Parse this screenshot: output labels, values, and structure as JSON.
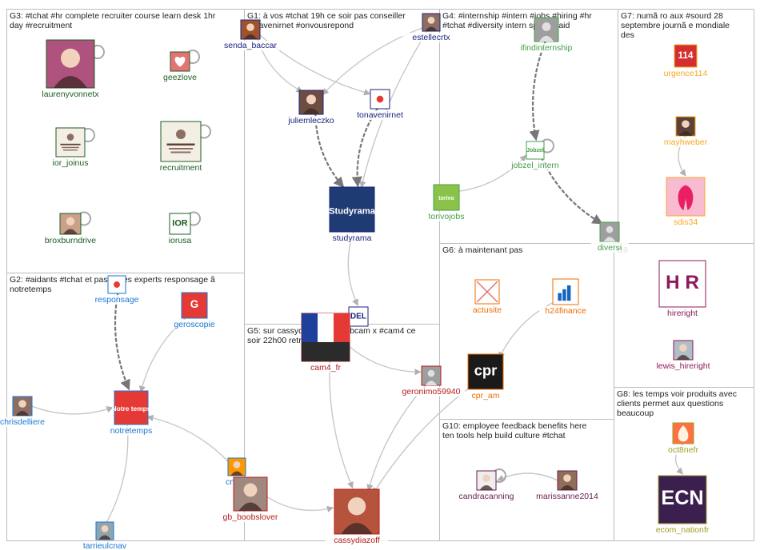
{
  "colors": {
    "G1": "#1a237e",
    "G2": "#1976d2",
    "G3": "#1b5e20",
    "G4": "#43a047",
    "G5": "#b71c1c",
    "G6": "#ef6c00",
    "G7": "#f9a825",
    "G8": "#9e9d24",
    "G9": "#2e7d32",
    "G10": "#6a1b4d",
    "G11": "#8e1a5a",
    "edge": "#c8c8c8",
    "edge_dark": "#777777",
    "panel_border": "#bdbdbd"
  },
  "panels": [
    {
      "id": "G3",
      "title_lines": [
        "G3: #tchat #hr complete recruiter course learn desk 1hr",
        "day #recruitment"
      ]
    },
    {
      "id": "G1",
      "title_lines": [
        "G1: à vos #tchat 19h ce soir pas conseiller",
        "tonavenirnet #onvousrepond"
      ]
    },
    {
      "id": "G4",
      "title_lines": [
        "G4: #internship #intern #jobs #hiring #hr",
        "#tchat #diversity intern spring paid"
      ]
    },
    {
      "id": "G7",
      "title_lines": [
        "G7: numã ro aux #sourd 28",
        "septembre journã e mondiale",
        "des"
      ]
    },
    {
      "id": "G2",
      "title_lines": [
        "G2: #aidants #tchat et pas õÿ les experts responsage ã",
        "notretemps"
      ]
    },
    {
      "id": "G6",
      "title_lines": [
        "G6: à maintenant pas"
      ]
    },
    {
      "id": "G9",
      "title_lines": [
        "G9"
      ]
    },
    {
      "id": "G5",
      "title_lines": [
        "G5: sur cassydiazoff est webcam x #cam4 ce",
        "soir 22h00 retrouvez"
      ]
    },
    {
      "id": "G8",
      "title_lines": [
        "G8: les temps voir produits avec",
        "clients permet aux questions",
        "beaucoup"
      ]
    },
    {
      "id": "G10",
      "title_lines": [
        "G10: employee feedback benefits here",
        "ten tools help build culture #tchat"
      ]
    }
  ],
  "nodes": [
    {
      "id": "laurenyvonnetx",
      "label": "laurenyvonnetx",
      "group": "G3",
      "icon": "avatar-icon",
      "fill": "#b0527e"
    },
    {
      "id": "geezlove",
      "label": "geezlove",
      "group": "G3",
      "icon": "heart-icon",
      "fill": "#e57373"
    },
    {
      "id": "ior_joinus",
      "label": "ior_joinus",
      "group": "G3",
      "icon": "crest-icon",
      "fill": "#f3efe4"
    },
    {
      "id": "recruitment",
      "label": "recruitment",
      "group": "G3",
      "icon": "crest-icon",
      "fill": "#f3efe4"
    },
    {
      "id": "broxburndrive",
      "label": "broxburndrive",
      "group": "G3",
      "icon": "avatar-icon",
      "fill": "#c9a08a"
    },
    {
      "id": "iorusa",
      "label": "iorusa",
      "group": "G3",
      "icon": "ior-logo-icon",
      "fill": "#ffffff",
      "text": "IOR"
    },
    {
      "id": "senda_baccar",
      "label": "senda_baccar",
      "group": "G1",
      "icon": "avatar-icon",
      "fill": "#a0522d"
    },
    {
      "id": "estellecrtx",
      "label": "estellecrtx",
      "group": "G1",
      "icon": "avatar-icon",
      "fill": "#8d6e63"
    },
    {
      "id": "juliemleczko",
      "label": "juliemleczko",
      "group": "G1",
      "icon": "avatar-icon",
      "fill": "#6d4c41"
    },
    {
      "id": "tonavenirnet",
      "label": "tonavenirnet",
      "group": "G1",
      "icon": "logo-icon",
      "fill": "#ffffff"
    },
    {
      "id": "studyrama",
      "label": "studyrama",
      "group": "G1",
      "icon": "studyrama-logo-icon",
      "fill": "#1f3b73",
      "text": "Studyrama"
    },
    {
      "id": "ifindinternship",
      "label": "ifindinternship",
      "group": "G4",
      "icon": "default-user-icon",
      "fill": "#9e9e9e"
    },
    {
      "id": "jobzel_intern",
      "label": "jobzel_intern",
      "group": "G4",
      "icon": "jobzel-logo-icon",
      "fill": "#ffffff",
      "text": "Jobzel"
    },
    {
      "id": "torivojobs",
      "label": "torivojobs",
      "group": "G4",
      "icon": "torivo-logo-icon",
      "fill": "#8bc34a",
      "text": "torivo"
    },
    {
      "id": "diversi",
      "label": "diversi",
      "group": "G4",
      "icon": "default-user-icon",
      "fill": "#9e9e9e"
    },
    {
      "id": "urgence114",
      "label": "urgence114",
      "group": "G7",
      "icon": "urgence-logo-icon",
      "fill": "#d32f2f",
      "text": "114"
    },
    {
      "id": "mayhweber",
      "label": "mayhweber",
      "group": "G7",
      "icon": "avatar-icon",
      "fill": "#5d4037"
    },
    {
      "id": "sdis34",
      "label": "sdis34",
      "group": "G7",
      "icon": "ribbon-icon",
      "fill": "#f8bbd0"
    },
    {
      "id": "responsage",
      "label": "responsage",
      "group": "G2",
      "icon": "logo-icon",
      "fill": "#ffffff"
    },
    {
      "id": "geroscopie",
      "label": "geroscopie",
      "group": "G2",
      "icon": "g-logo-icon",
      "fill": "#e53935",
      "text": "G"
    },
    {
      "id": "chrisdelliere",
      "label": "chrisdelliere",
      "group": "G2",
      "icon": "avatar-icon",
      "fill": "#8d6e63"
    },
    {
      "id": "notretemps",
      "label": "notretemps",
      "group": "G2",
      "icon": "notretemps-logo-icon",
      "fill": "#e53935",
      "text": "Notre temps"
    },
    {
      "id": "tarrieulcnav",
      "label": "tarrieulcnav",
      "group": "G2",
      "icon": "avatar-icon",
      "fill": "#90a4ae"
    },
    {
      "id": "cnaux",
      "label": "cnaux",
      "group": "G2",
      "icon": "avatar-icon",
      "fill": "#ff9800"
    },
    {
      "id": "del",
      "label": "",
      "group": "G1",
      "icon": "del-logo-icon",
      "fill": "#ffffff",
      "text": "DEL"
    },
    {
      "id": "cam4_fr",
      "label": "cam4_fr",
      "group": "G5",
      "icon": "flag-icon",
      "fill": "#ffffff"
    },
    {
      "id": "geronimo59940",
      "label": "geronimo59940",
      "group": "G5",
      "icon": "default-user-icon",
      "fill": "#9e9e9e"
    },
    {
      "id": "gb_boobslover",
      "label": "gb_boobslover",
      "group": "G5",
      "icon": "avatar-icon",
      "fill": "#a1887f"
    },
    {
      "id": "cassydiazoff",
      "label": "cassydiazoff",
      "group": "G5",
      "icon": "avatar-icon",
      "fill": "#b5533c"
    },
    {
      "id": "actusite",
      "label": "actusite",
      "group": "G6",
      "icon": "broken-image-icon",
      "fill": "#ffffff"
    },
    {
      "id": "h24finance",
      "label": "h24finance",
      "group": "G6",
      "icon": "bars-logo-icon",
      "fill": "#ffffff"
    },
    {
      "id": "cpr_am",
      "label": "cpr_am",
      "group": "G6",
      "icon": "cpr-logo-icon",
      "fill": "#1a1a1a",
      "text": "cpr"
    },
    {
      "id": "hireright",
      "label": "hireright",
      "group": "G11",
      "icon": "hr-logo-icon",
      "fill": "#ffffff",
      "text": "H R"
    },
    {
      "id": "lewis_hireright",
      "label": "lewis_hireright",
      "group": "G11",
      "icon": "avatar-icon",
      "fill": "#b0bec5"
    },
    {
      "id": "oct8nefr",
      "label": "oct8nefr",
      "group": "G8",
      "icon": "flame-icon",
      "fill": "#ff7043"
    },
    {
      "id": "ecom_nationfr",
      "label": "ecom_nationfr",
      "group": "G8",
      "icon": "ecn-logo-icon",
      "fill": "#3b1f4f",
      "text": "ECN"
    },
    {
      "id": "candracanning",
      "label": "candracanning",
      "group": "G10",
      "icon": "avatar-icon",
      "fill": "#eeeeee"
    },
    {
      "id": "marissanne2014",
      "label": "marissanne2014",
      "group": "G10",
      "icon": "avatar-icon",
      "fill": "#8e6d5b"
    }
  ],
  "edges": [
    {
      "from": "senda_baccar",
      "to": "juliemleczko"
    },
    {
      "from": "senda_baccar",
      "to": "tonavenirnet"
    },
    {
      "from": "estellecrtx",
      "to": "juliemleczko"
    },
    {
      "from": "estellecrtx",
      "to": "studyrama"
    },
    {
      "from": "juliemleczko",
      "to": "studyrama",
      "style": "dark"
    },
    {
      "from": "tonavenirnet",
      "to": "studyrama",
      "style": "dark"
    },
    {
      "from": "ifindinternship",
      "to": "jobzel_intern",
      "style": "dark"
    },
    {
      "from": "jobzel_intern",
      "to": "diversi",
      "style": "dark"
    },
    {
      "from": "torivojobs",
      "to": "jobzel_intern"
    },
    {
      "from": "mayhweber",
      "to": "sdis34"
    },
    {
      "from": "responsage",
      "to": "notretemps",
      "style": "dark"
    },
    {
      "from": "geroscopie",
      "to": "notretemps"
    },
    {
      "from": "chrisdelliere",
      "to": "notretemps"
    },
    {
      "from": "cnaux",
      "to": "notretemps"
    },
    {
      "from": "tarrieulcnav",
      "to": "notretemps"
    },
    {
      "from": "studyrama",
      "to": "del"
    },
    {
      "from": "cam4_fr",
      "to": "cassydiazoff"
    },
    {
      "from": "geronimo59940",
      "to": "cassydiazoff"
    },
    {
      "from": "gb_boobslover",
      "to": "cassydiazoff"
    },
    {
      "from": "cam4_fr",
      "to": "geronimo59940"
    },
    {
      "from": "h24finance",
      "to": "cpr_am"
    },
    {
      "from": "cpr_am",
      "to": "cassydiazoff"
    },
    {
      "from": "oct8nefr",
      "to": "ecom_nationfr"
    },
    {
      "from": "marissanne2014",
      "to": "candracanning"
    }
  ],
  "selfloops": [
    "laurenyvonnetx",
    "geezlove",
    "ior_joinus",
    "recruitment",
    "broxburndrive",
    "iorusa",
    "jobzel_intern",
    "candracanning"
  ]
}
